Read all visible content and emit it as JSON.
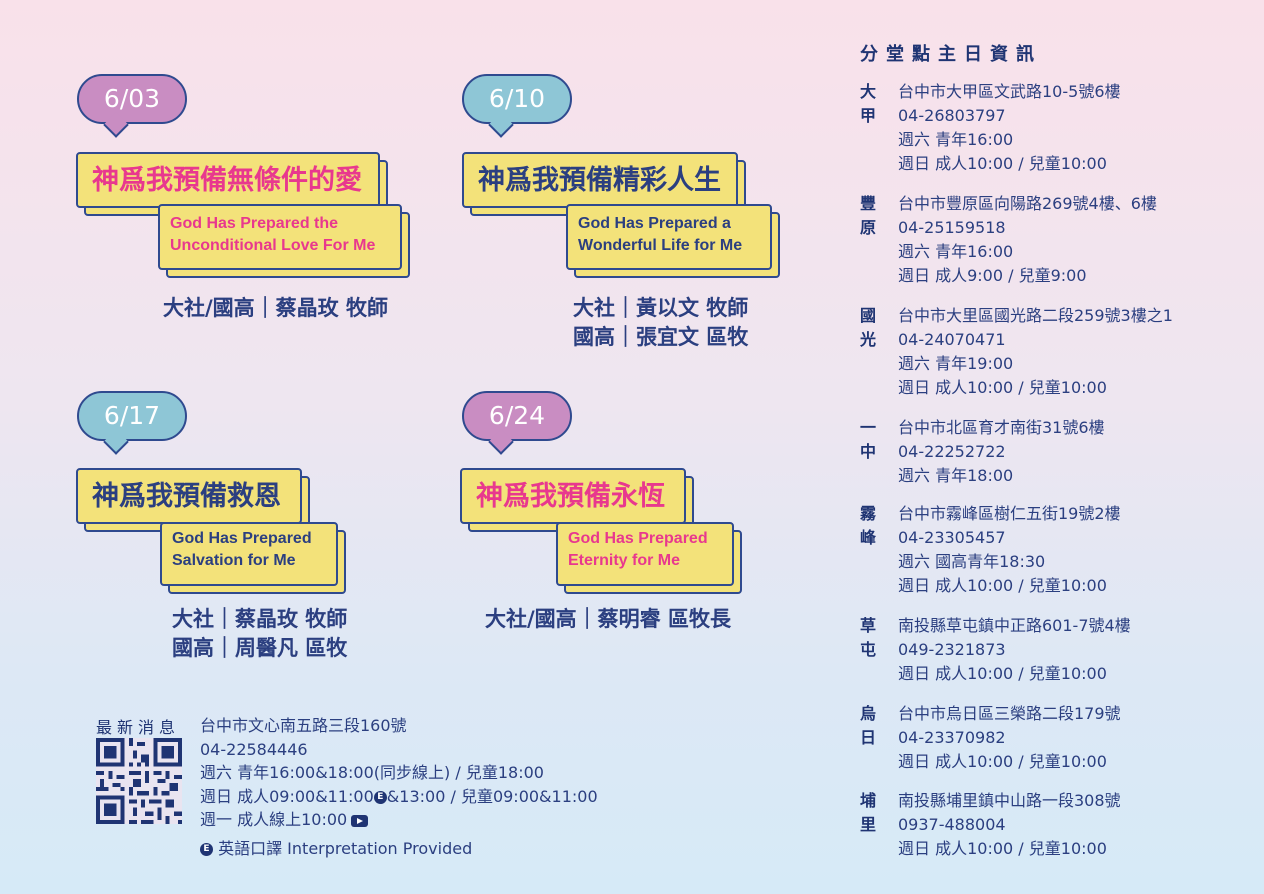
{
  "sermons": [
    {
      "date": "6/03",
      "title_zh": "神爲我預備無條件的愛",
      "title_en_1": "God Has Prepared the",
      "title_en_2": "Unconditional Love For Me",
      "speaker_1": "大社/國高｜蔡晶玫 牧師",
      "speaker_2": "",
      "bubble_color": "#c98dc2",
      "title_color": "#e8388e"
    },
    {
      "date": "6/10",
      "title_zh": "神爲我預備精彩人生",
      "title_en_1": "God Has Prepared a",
      "title_en_2": "Wonderful Life for Me",
      "speaker_1": "大社｜黃以文 牧師",
      "speaker_2": "國高｜張宜文 區牧",
      "bubble_color": "#8ec6d6",
      "title_color": "#2b3f80"
    },
    {
      "date": "6/17",
      "title_zh": "神爲我預備救恩",
      "title_en_1": "God Has Prepared",
      "title_en_2": "Salvation for Me",
      "speaker_1": "大社｜蔡晶玫 牧師",
      "speaker_2": "國高｜周醫凡 區牧",
      "bubble_color": "#8ec6d6",
      "title_color": "#2b3f80"
    },
    {
      "date": "6/24",
      "title_zh": "神爲我預備永恆",
      "title_en_1": "God Has Prepared",
      "title_en_2": "Eternity for Me",
      "speaker_1": "大社/國高｜蔡明睿 區牧長",
      "speaker_2": "",
      "bubble_color": "#c98dc2",
      "title_color": "#e8388e"
    }
  ],
  "main_church": {
    "label": "最新消息",
    "address": "台中市文心南五路三段160號",
    "phone": "04-22584446",
    "sat": "週六 青年16:00&18:00(同步線上) / 兒童18:00",
    "sun_a": "週日 成人09:00&11:00",
    "sun_badge": "E",
    "sun_b": "&13:00 / 兒童09:00&11:00",
    "mon": "週一 成人線上10:00",
    "interp_badge": "E",
    "interp": "英語口譯 Interpretation Provided"
  },
  "branches_title": "分堂點主日資訊",
  "branches": [
    {
      "name1": "大",
      "name2": "甲",
      "lines": [
        "台中市大甲區文武路10-5號6樓",
        "04-26803797",
        "週六 青年16:00",
        "週日 成人10:00 / 兒童10:00"
      ]
    },
    {
      "name1": "豐",
      "name2": "原",
      "lines": [
        "台中市豐原區向陽路269號4樓、6樓",
        "04-25159518",
        "週六 青年16:00",
        "週日 成人9:00 / 兒童9:00"
      ]
    },
    {
      "name1": "國",
      "name2": "光",
      "lines": [
        "台中市大里區國光路二段259號3樓之1",
        "04-24070471",
        "週六 青年19:00",
        "週日 成人10:00 / 兒童10:00"
      ]
    },
    {
      "name1": "一",
      "name2": "中",
      "lines": [
        "台中市北區育才南街31號6樓",
        "04-22252722",
        "週六 青年18:00"
      ]
    },
    {
      "name1": "霧",
      "name2": "峰",
      "lines": [
        "台中市霧峰區樹仁五街19號2樓",
        "04-23305457",
        "週六 國高青年18:30",
        "週日 成人10:00 / 兒童10:00"
      ]
    },
    {
      "name1": "草",
      "name2": "屯",
      "lines": [
        "南投縣草屯鎮中正路601-7號4樓",
        "049-2321873",
        "週日 成人10:00 / 兒童10:00"
      ]
    },
    {
      "name1": "烏",
      "name2": "日",
      "lines": [
        "台中市烏日區三榮路二段179號",
        "04-23370982",
        "週日 成人10:00 / 兒童10:00"
      ]
    },
    {
      "name1": "埔",
      "name2": "里",
      "lines": [
        "南投縣埔里鎮中山路一段308號",
        "0937-488004",
        "週日 成人10:00 / 兒童10:00"
      ]
    }
  ]
}
